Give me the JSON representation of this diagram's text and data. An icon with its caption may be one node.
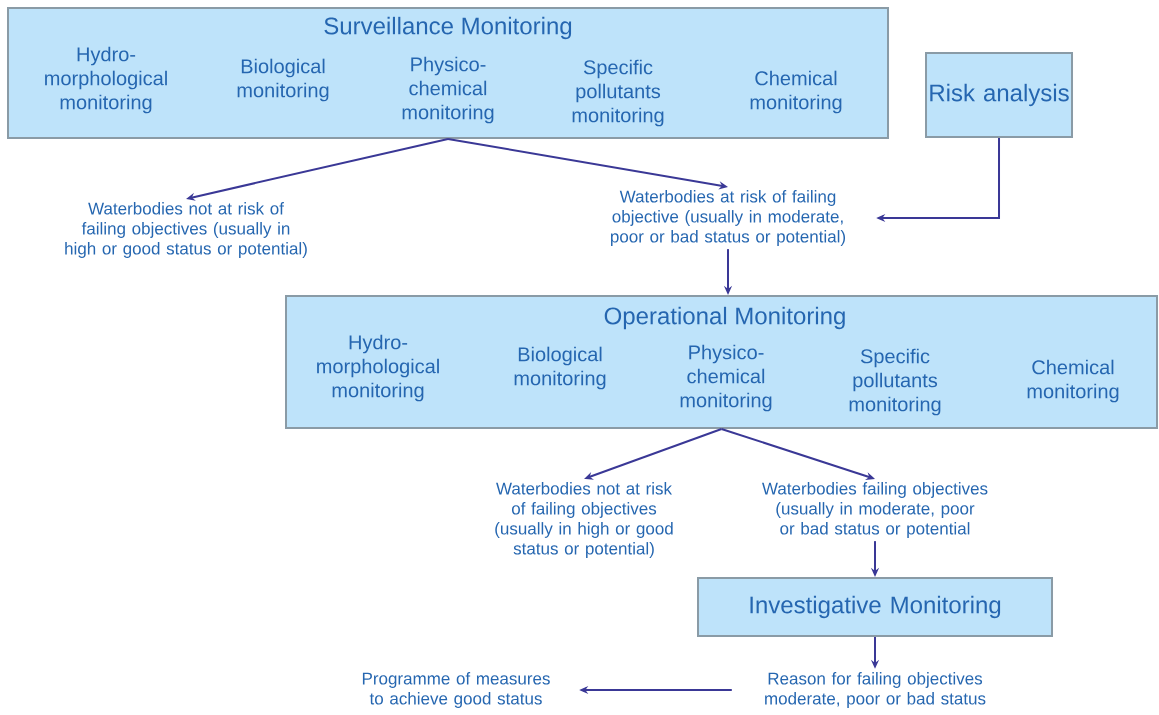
{
  "diagram": {
    "nodes": [
      {
        "text": [
          "Surveillance Monitoring",
          "Hydro-morphological monitoring",
          "Biological monitoring",
          "Physico-chemical monitoring",
          "Specific pollutants monitoring",
          "Chemical monitoring"
        ]
      },
      {
        "text": [
          "Risk analysis"
        ]
      },
      {
        "text": [
          "Waterbodies not at risk of failing objectives (usually in high or good status or potential)"
        ]
      },
      {
        "text": [
          "Waterbodies at risk of failing objective (usually in moderate, poor or bad status or potential)"
        ]
      },
      {
        "text": [
          "Operational Monitoring",
          "Hydro-morphological monitoring",
          "Biological monitoring",
          "Physico-chemical monitoring",
          "Specific pollutants monitoring",
          "Chemical monitoring"
        ]
      },
      {
        "text": [
          "Waterbodies not at risk of failing objectives (usually in high or good status or potential)"
        ]
      },
      {
        "text": [
          "Waterbodies failing objectives (usually in moderate, poor or bad status or potential"
        ]
      },
      {
        "text": [
          "Investigative Monitoring"
        ]
      },
      {
        "text": [
          "Reason for failing objectives moderate, poor or bad status"
        ]
      },
      {
        "text": [
          "Programme of measures to achieve good status"
        ]
      }
    ],
    "edges": [
      {
        "from": 0,
        "to": 2,
        "arrow": "to"
      },
      {
        "from": 0,
        "to": 3,
        "arrow": "to"
      },
      {
        "from": 1,
        "to": 3,
        "arrow": "to"
      },
      {
        "from": 3,
        "to": 4,
        "arrow": "to"
      },
      {
        "from": 4,
        "to": 5,
        "arrow": "to"
      },
      {
        "from": 4,
        "to": 6,
        "arrow": "to"
      },
      {
        "from": 6,
        "to": 7,
        "arrow": "to"
      },
      {
        "from": 7,
        "to": 8,
        "arrow": "to"
      },
      {
        "from": 8,
        "to": 9,
        "arrow": "to"
      }
    ]
  }
}
